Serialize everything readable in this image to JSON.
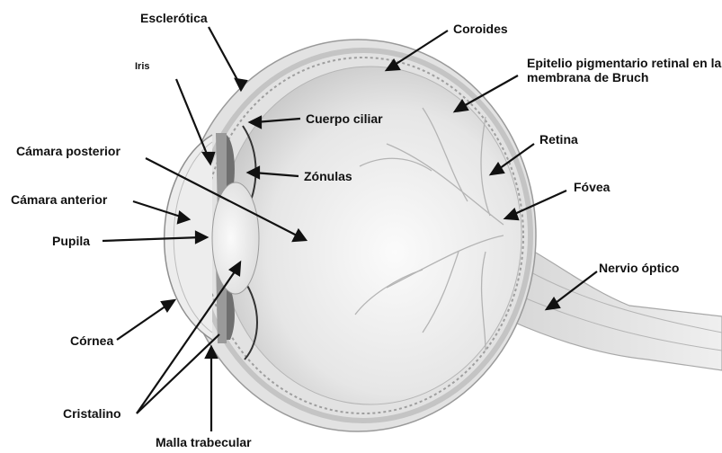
{
  "diagram": {
    "labels": {
      "esclerotica": "Esclerótica",
      "iris": "Iris",
      "camara_posterior": "Cámara posterior",
      "camara_anterior": "Cámara anterior",
      "pupila": "Pupila",
      "cornea": "Córnea",
      "cristalino": "Cristalino",
      "malla_trabecular": "Malla trabecular",
      "coroides": "Coroides",
      "epitelio": "Epitelio pigmentario retinal en la membrana de Bruch",
      "cuerpo_ciliar": "Cuerpo ciliar",
      "zonulas": "Zónulas",
      "retina": "Retina",
      "fovea": "Fóvea",
      "nervio_optico": "Nervio óptico"
    },
    "colors": {
      "ink": "#111111",
      "tissue_light": "#ececec",
      "tissue_mid": "#cfcfcf",
      "tissue_dark": "#8a8a8a",
      "vessel": "#b9b9b9"
    }
  }
}
